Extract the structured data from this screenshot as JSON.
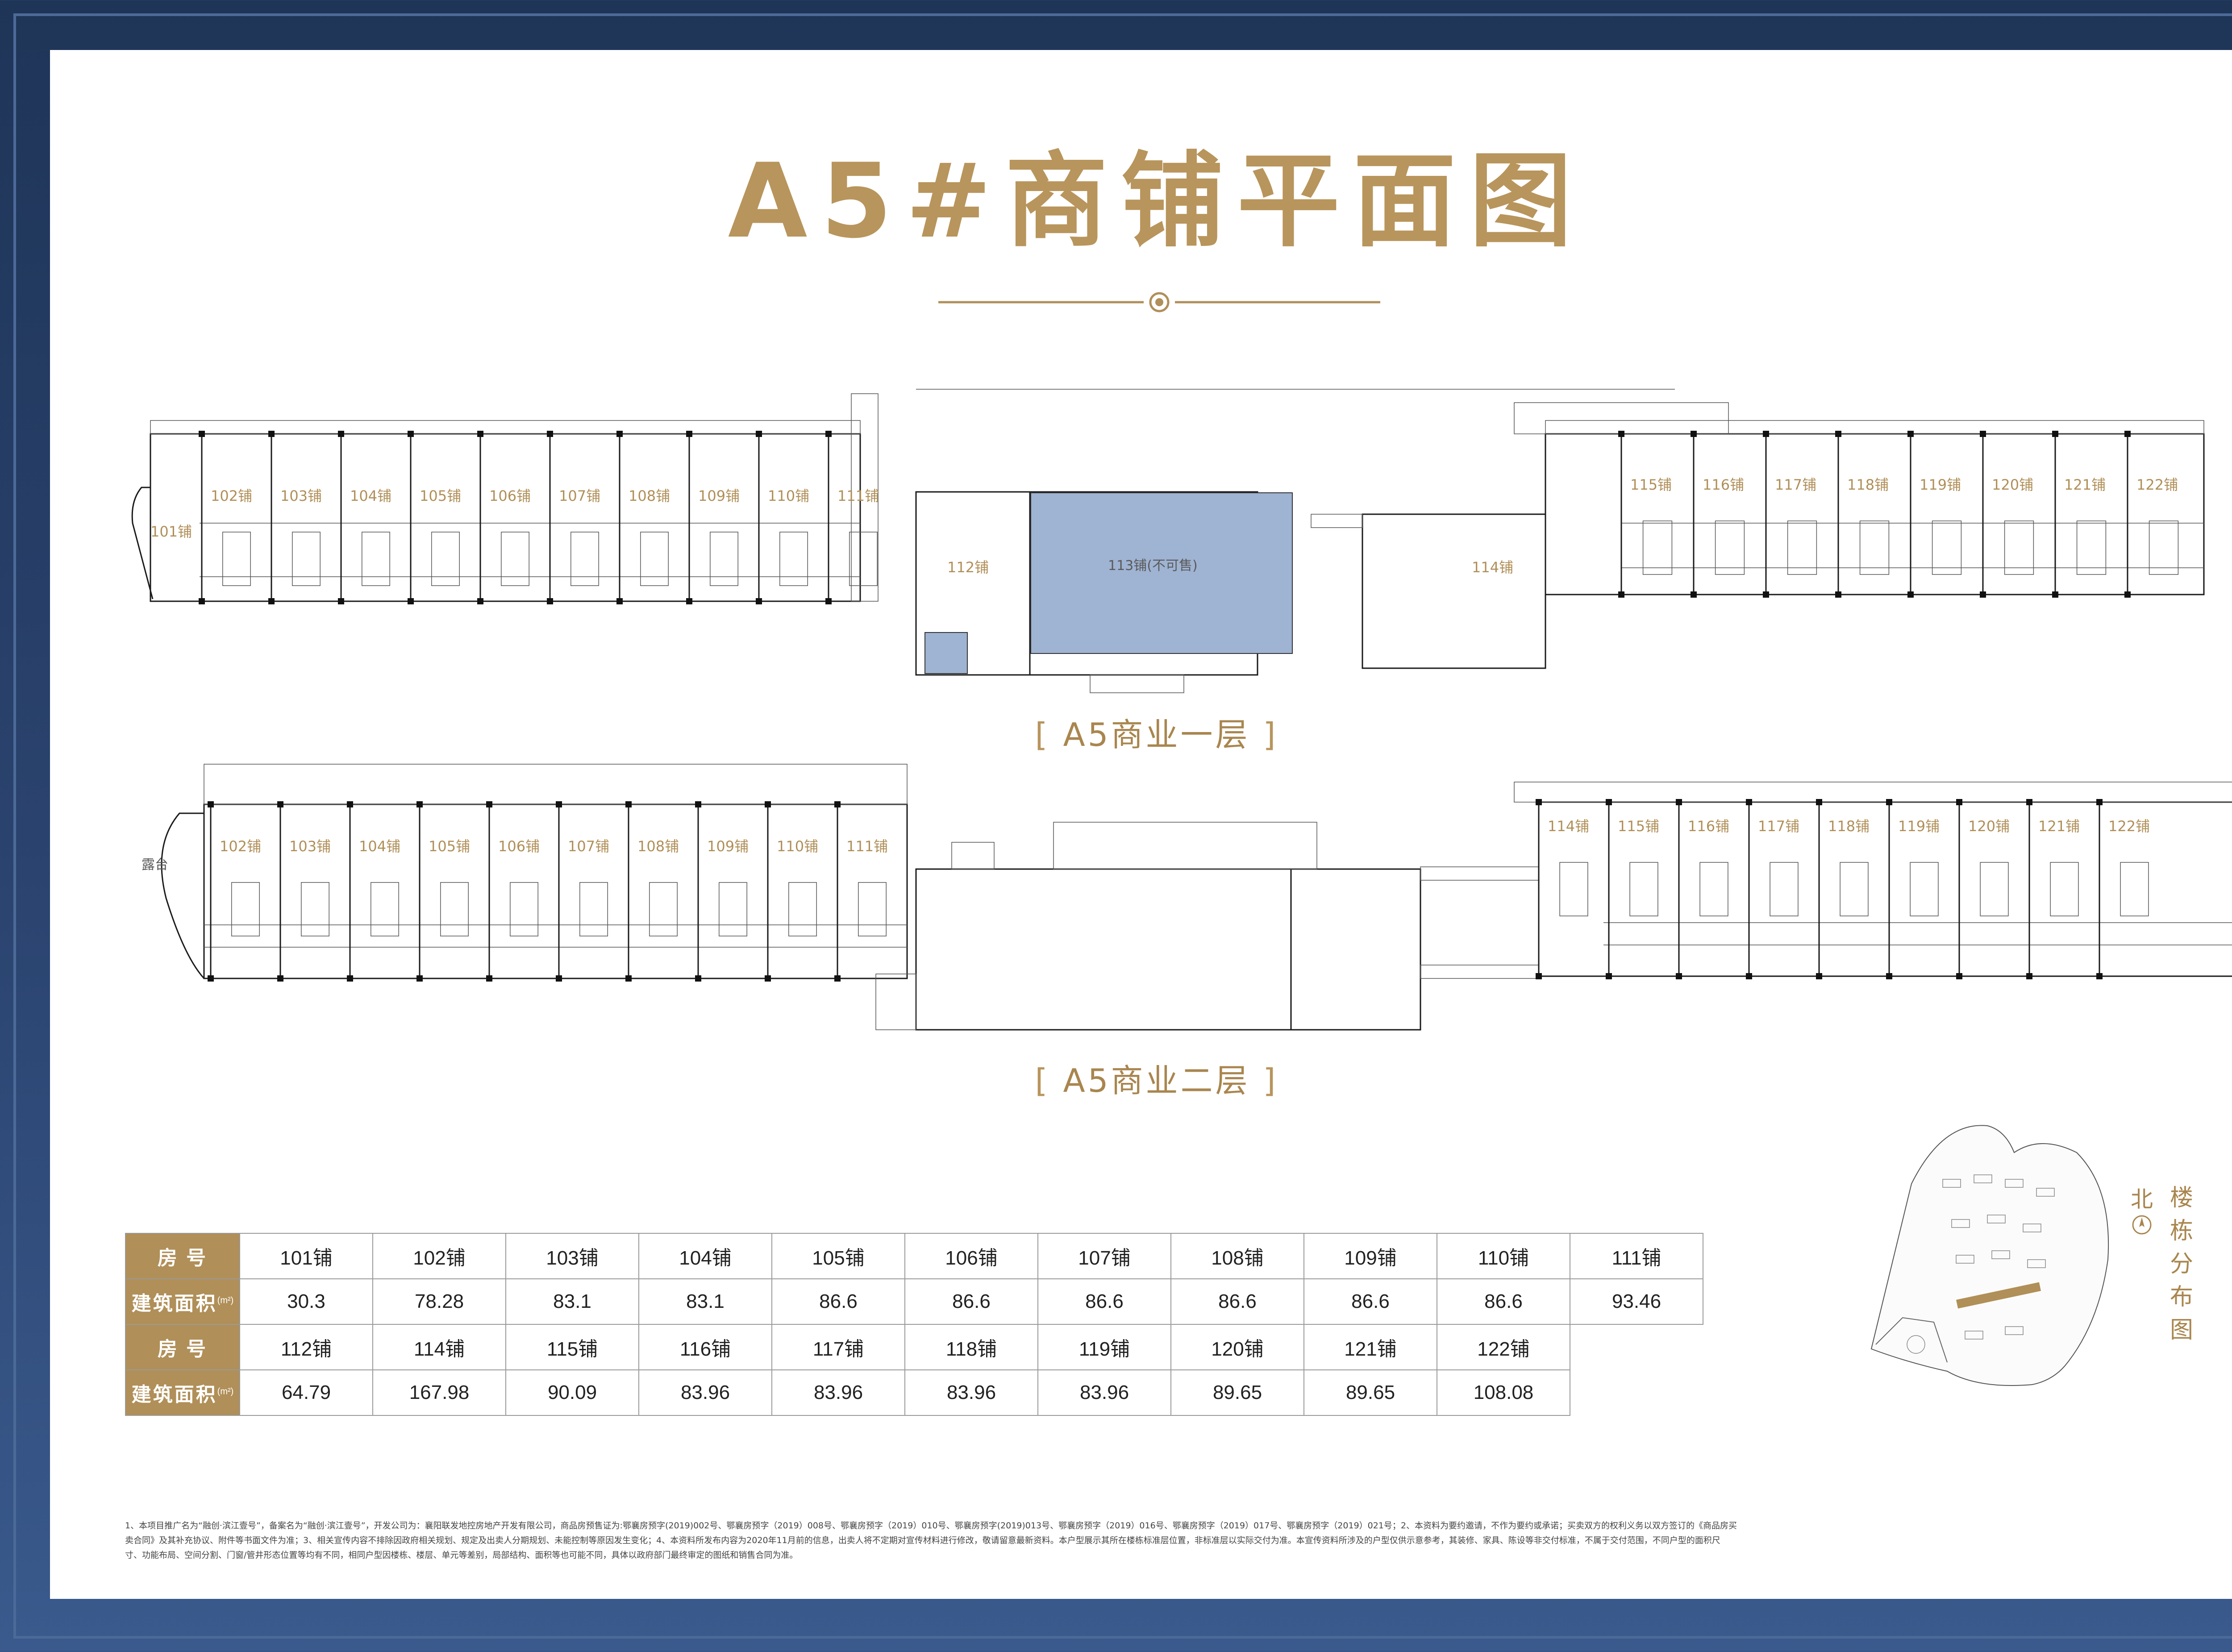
{
  "title": "A5#商铺平面图",
  "floors": {
    "first": "A5商业一层",
    "second": "A5商业二层",
    "bracket_open": "[",
    "bracket_close": "]"
  },
  "first_floor_shops_left": [
    "102铺",
    "103铺",
    "104铺",
    "105铺",
    "106铺",
    "107铺",
    "108铺",
    "109铺",
    "110铺",
    "111铺"
  ],
  "first_floor_shops_right": [
    "115铺",
    "116铺",
    "117铺",
    "118铺",
    "119铺",
    "120铺",
    "121铺",
    "122铺"
  ],
  "first_floor_special": {
    "s101": "101铺",
    "s112": "112铺",
    "s113": "113铺(不可售)",
    "s114": "114铺"
  },
  "second_floor_shops_left": [
    "102铺",
    "103铺",
    "104铺",
    "105铺",
    "106铺",
    "107铺",
    "108铺",
    "109铺",
    "110铺",
    "111铺"
  ],
  "second_floor_shops_right": [
    "114铺",
    "115铺",
    "116铺",
    "117铺",
    "118铺",
    "119铺",
    "120铺",
    "121铺",
    "122铺"
  ],
  "second_floor_terrace": "露台",
  "table": {
    "header_room": "房  号",
    "header_area": "建筑面积",
    "header_area_unit": "(m²)",
    "row1_rooms": [
      "101铺",
      "102铺",
      "103铺",
      "104铺",
      "105铺",
      "106铺",
      "107铺",
      "108铺",
      "109铺",
      "110铺",
      "111铺"
    ],
    "row1_areas": [
      "30.3",
      "78.28",
      "83.1",
      "83.1",
      "86.6",
      "86.6",
      "86.6",
      "86.6",
      "86.6",
      "86.6",
      "93.46"
    ],
    "row2_rooms": [
      "112铺",
      "114铺",
      "115铺",
      "116铺",
      "117铺",
      "118铺",
      "119铺",
      "120铺",
      "121铺",
      "122铺"
    ],
    "row2_areas": [
      "64.79",
      "167.98",
      "90.09",
      "83.96",
      "83.96",
      "83.96",
      "83.96",
      "89.65",
      "89.65",
      "108.08"
    ]
  },
  "north_label": "北",
  "distribution_label": "楼栋分布图",
  "notes_line1": "1、本项目推广名为“融创·滨江壹号”，备案名为“融创·滨江壹号”，开发公司为：襄阳联发地控房地产开发有限公司，商品房预售证为:鄂襄房预字(2019)002号、鄂襄房预字（2019）008号、鄂襄房预字（2019）010号、鄂襄房预字(2019)013号、鄂襄房预字（2019）016号、鄂襄房预字（2019）017号、鄂襄房预字（2019）021号；2、本资料为要约邀请，不作为要约或承诺；买卖双方的权利义务以双方签订的《商品房买",
  "notes_line2": "卖合同》及其补充协议、附件等书面文件为准；3、相关宣传内容不排除因政府相关规划、规定及出卖人分期规划、未能控制等原因发生变化；4、本资料所发布内容为2020年11月前的信息，出卖人将不定期对宣传材料进行修改，敬请留意最新资料。本户型展示其所在楼栋标准层位置，非标准层以实际交付为准。本宣传资料所涉及的户型仅供示意参考，其装修、家具、陈设等非交付标准，不属于交付范围，不同户型的面积尺",
  "notes_line3": "寸、功能布局、空间分割、门窗/管井形态位置等均有不同，相同户型因楼栋、楼层、单元等差别，局部结构、面积等也可能不同，具体以政府部门最终审定的图纸和销售合同为准。",
  "colors": {
    "gold": "#b08f58",
    "navy": "#22385e",
    "highlight": "#9fb3d3"
  }
}
